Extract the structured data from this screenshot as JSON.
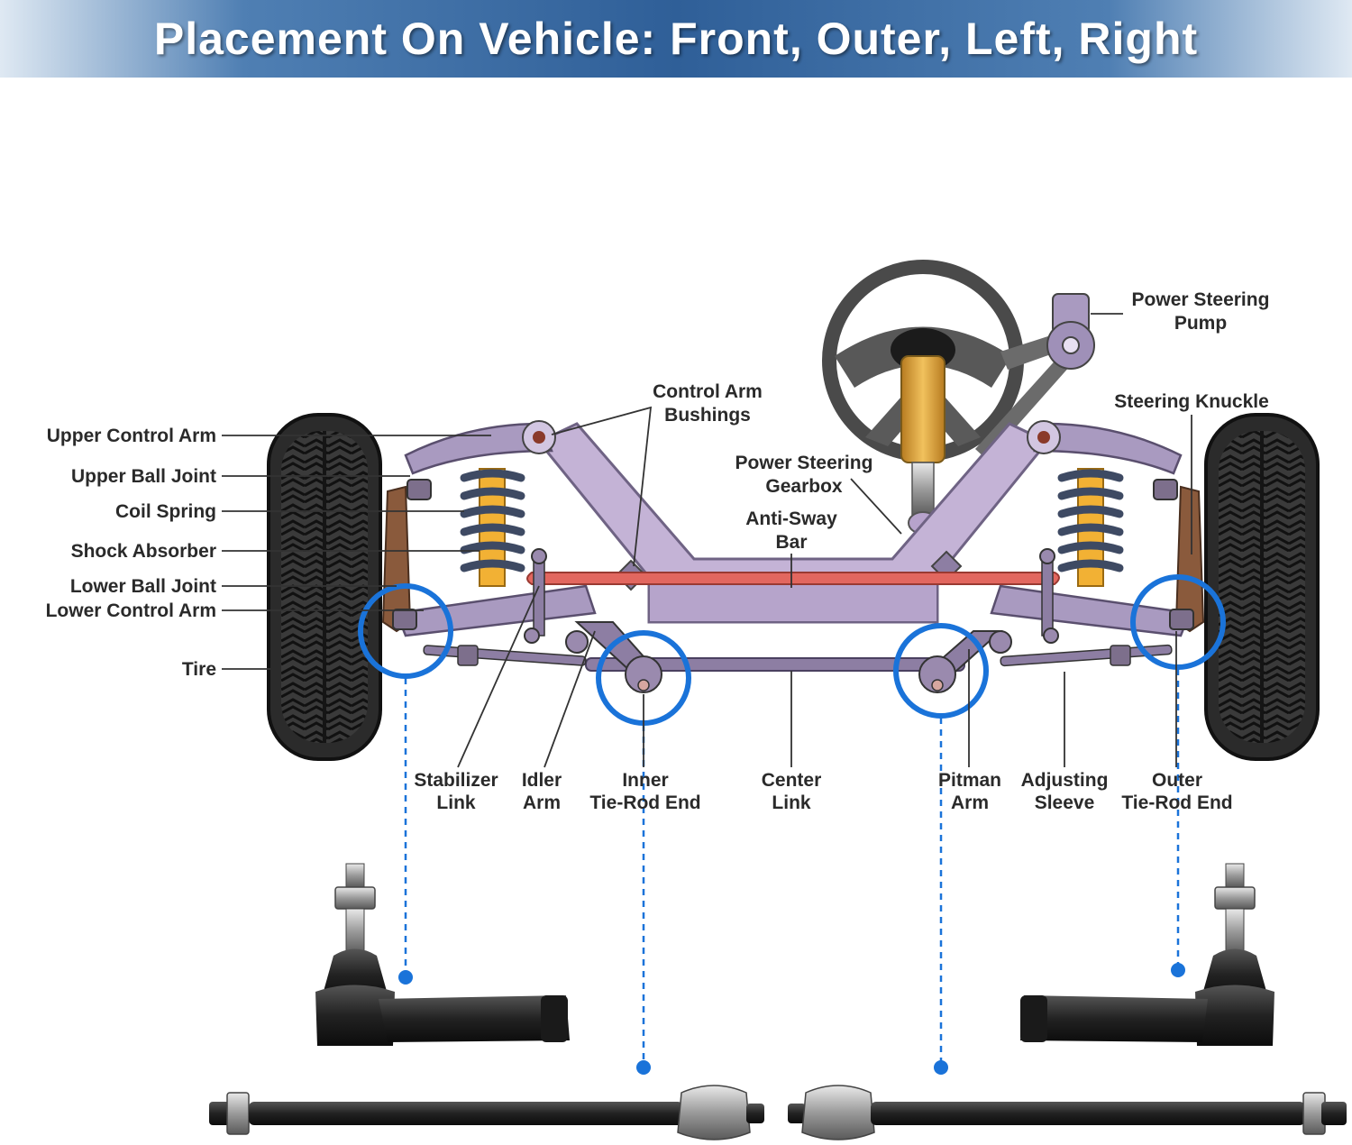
{
  "header": {
    "title": "Placement On Vehicle: Front, Outer, Left, Right"
  },
  "labels": {
    "upper_control_arm": "Upper Control Arm",
    "upper_ball_joint": "Upper Ball Joint",
    "coil_spring": "Coil Spring",
    "shock_absorber": "Shock Absorber",
    "lower_ball_joint": "Lower Ball Joint",
    "lower_control_arm": "Lower Control Arm",
    "tire": "Tire",
    "control_arm_bushings": [
      "Control Arm",
      "Bushings"
    ],
    "power_steering_gearbox": [
      "Power Steering",
      "Gearbox"
    ],
    "anti_sway_bar": [
      "Anti-Sway",
      "Bar"
    ],
    "power_steering_pump": [
      "Power Steering",
      "Pump"
    ],
    "steering_knuckle": "Steering Knuckle",
    "stabilizer_link": [
      "Stabilizer",
      "Link"
    ],
    "idler_arm": [
      "Idler",
      "Arm"
    ],
    "inner_tie_rod_end": [
      "Inner",
      "Tie-Rod End"
    ],
    "center_link": [
      "Center",
      "Link"
    ],
    "pitman_arm": [
      "Pitman",
      "Arm"
    ],
    "adjusting_sleeve": [
      "Adjusting",
      "Sleeve"
    ],
    "outer_tie_rod_end": [
      "Outer",
      "Tie-Rod End"
    ]
  },
  "colors": {
    "highlight": "#1a73d9",
    "frame": "#c4b3d6",
    "anti_sway_bar": "#e2675f",
    "spring": "#3e4a63",
    "shock": "#f2b134",
    "knuckle": "#8a5a3c",
    "tire": "#2f2f2f",
    "part_black": "#1f1f1f"
  }
}
